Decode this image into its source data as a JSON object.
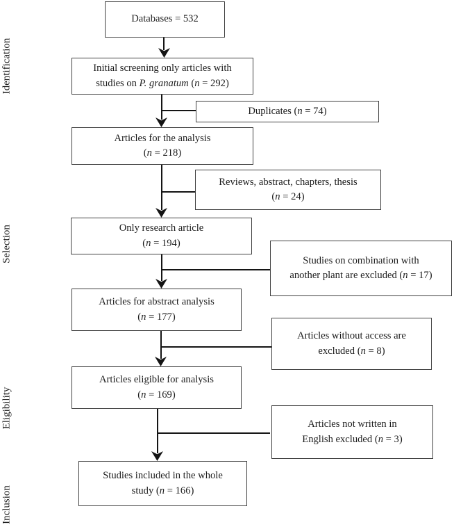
{
  "stages": [
    {
      "label": "Identification"
    },
    {
      "label": "Selection"
    },
    {
      "label": "Eligibility"
    },
    {
      "label": "Inclusion"
    }
  ],
  "main_boxes": [
    {
      "id": "databases",
      "lines": [
        [
          {
            "t": "Databases = 532"
          }
        ]
      ]
    },
    {
      "id": "initial-screening",
      "lines": [
        [
          {
            "t": "Initial screening only articles with"
          }
        ],
        [
          {
            "t": "studies on "
          },
          {
            "t": "P. granatum",
            "i": true
          },
          {
            "t": " ("
          },
          {
            "t": "n",
            "i": true
          },
          {
            "t": " = 292)"
          }
        ]
      ]
    },
    {
      "id": "articles-for-analysis",
      "lines": [
        [
          {
            "t": "Articles for the analysis"
          }
        ],
        [
          {
            "t": "("
          },
          {
            "t": "n",
            "i": true
          },
          {
            "t": " = 218)"
          }
        ]
      ]
    },
    {
      "id": "only-research-article",
      "lines": [
        [
          {
            "t": "Only research article"
          }
        ],
        [
          {
            "t": "("
          },
          {
            "t": "n",
            "i": true
          },
          {
            "t": " = 194)"
          }
        ]
      ]
    },
    {
      "id": "articles-for-abstract-analysis",
      "lines": [
        [
          {
            "t": "Articles for abstract analysis"
          }
        ],
        [
          {
            "t": "("
          },
          {
            "t": "n",
            "i": true
          },
          {
            "t": " = 177)"
          }
        ]
      ]
    },
    {
      "id": "articles-eligible-for-analysis",
      "lines": [
        [
          {
            "t": "Articles eligible for analysis"
          }
        ],
        [
          {
            "t": "("
          },
          {
            "t": "n",
            "i": true
          },
          {
            "t": " = 169)"
          }
        ]
      ]
    },
    {
      "id": "studies-included",
      "lines": [
        [
          {
            "t": "Studies included in the whole"
          }
        ],
        [
          {
            "t": "study ("
          },
          {
            "t": "n",
            "i": true
          },
          {
            "t": " = 166)"
          }
        ]
      ]
    }
  ],
  "side_boxes": [
    {
      "id": "duplicates",
      "lines": [
        [
          {
            "t": "Duplicates ("
          },
          {
            "t": "n",
            "i": true
          },
          {
            "t": " = 74)"
          }
        ]
      ]
    },
    {
      "id": "reviews-abstract-chapters-thesis",
      "lines": [
        [
          {
            "t": "Reviews, abstract, chapters, thesis"
          }
        ],
        [
          {
            "t": "("
          },
          {
            "t": "n",
            "i": true
          },
          {
            "t": " = 24)"
          }
        ]
      ]
    },
    {
      "id": "combination-studies-excluded",
      "lines": [
        [
          {
            "t": "Studies on combination with"
          }
        ],
        [
          {
            "t": "another plant are excluded ("
          },
          {
            "t": "n",
            "i": true
          },
          {
            "t": " = 17)"
          }
        ]
      ]
    },
    {
      "id": "no-access-excluded",
      "lines": [
        [
          {
            "t": "Articles without access are"
          }
        ],
        [
          {
            "t": "excluded ("
          },
          {
            "t": "n",
            "i": true
          },
          {
            "t": " = 8)"
          }
        ]
      ]
    },
    {
      "id": "non-english-excluded",
      "lines": [
        [
          {
            "t": "Articles not written in"
          }
        ],
        [
          {
            "t": "English excluded ("
          },
          {
            "t": "n",
            "i": true
          },
          {
            "t": " = 3)"
          }
        ]
      ]
    }
  ]
}
